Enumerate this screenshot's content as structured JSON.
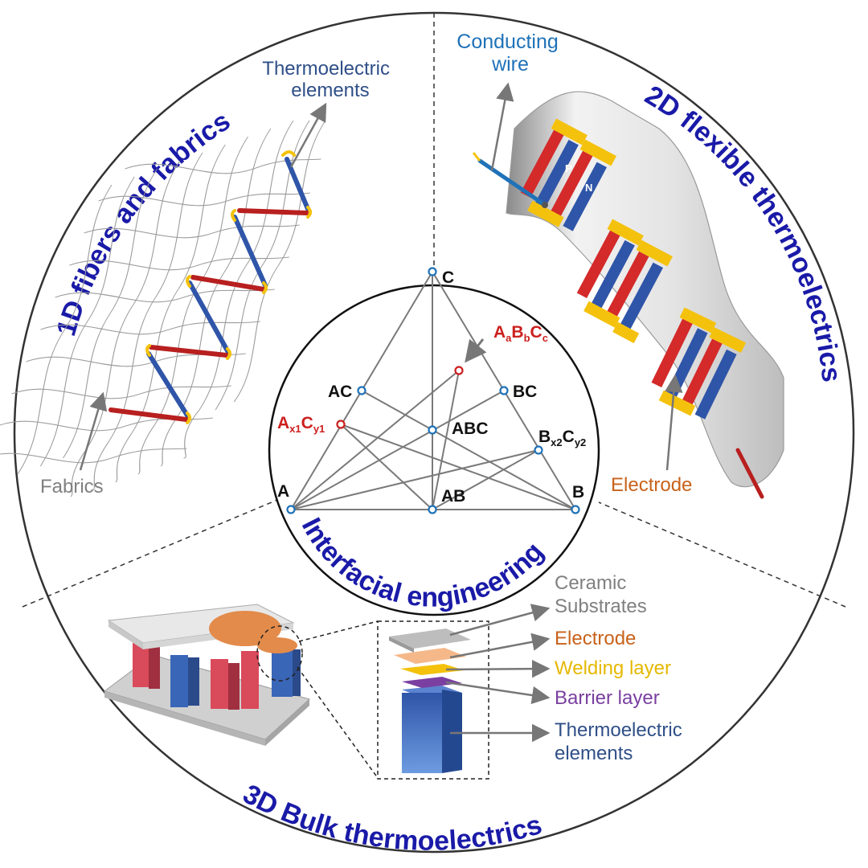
{
  "sections": {
    "fibers_title": "1D fibers and fabrics",
    "flexible_title": "2D flexible thermoelectrics",
    "bulk_title": "3D Bulk thermoelectrics",
    "center_title": "Interfacial engineering"
  },
  "fibers": {
    "label_elements_line1": "Thermoelectric",
    "label_elements_line2": "elements",
    "label_fabrics": "Fabrics"
  },
  "flexible": {
    "label_wire_line1": "Conducting",
    "label_wire_line2": "wire",
    "label_electrode": "Electrode",
    "p_mark": "P",
    "n_mark": "N"
  },
  "bulk": {
    "label_ceramic_line1": "Ceramic",
    "label_ceramic_line2": "Substrates",
    "label_electrode": "Electrode",
    "label_welding": "Welding layer",
    "label_barrier": "Barrier layer",
    "label_te_line1": "Thermoelectric",
    "label_te_line2": "elements"
  },
  "phase_diagram": {
    "C": "C",
    "A": "A",
    "B": "B",
    "AC": "AC",
    "BC": "BC",
    "AB": "AB",
    "ABC": "ABC",
    "AaBbCc": {
      "A": "A",
      "a": "a",
      "B": "B",
      "b": "b",
      "C": "C",
      "c": "c"
    },
    "Ax1Cy1": {
      "A": "A",
      "x1": "x1",
      "C": "C",
      "y1": "y1"
    },
    "Bx2Cy2": {
      "B": "B",
      "x2": "x2",
      "C": "C",
      "y2": "y2"
    }
  },
  "colors": {
    "title_blue": "#1a1aa8",
    "p_red": "#d42a2a",
    "n_blue": "#2f55a8",
    "electrode_yellow": "#f4c20d",
    "electrode_orange": "#c8621b",
    "welding_yellow": "#e6b800",
    "barrier_purple": "#7a3fa0",
    "label_gray": "#7a7a7a",
    "wire_blue": "#1f72b8"
  }
}
